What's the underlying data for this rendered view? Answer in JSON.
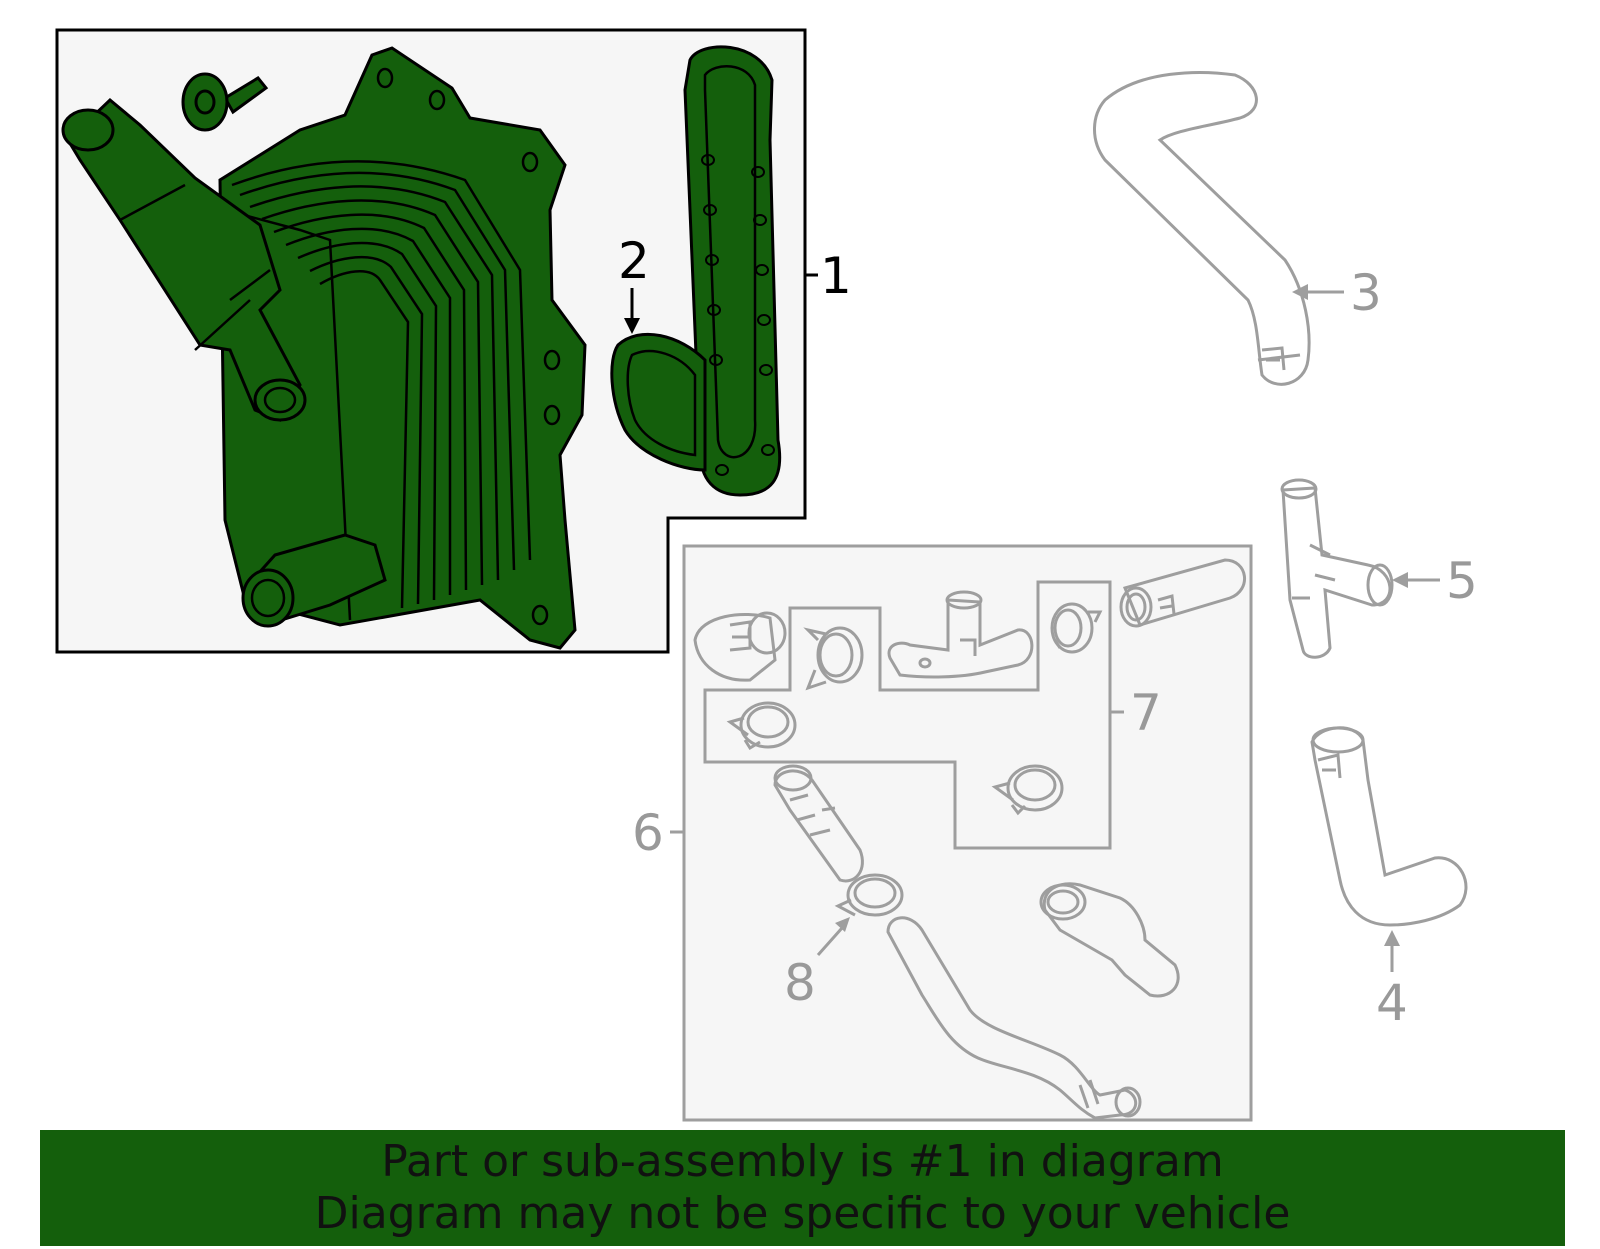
{
  "callouts": {
    "c1": "1",
    "c2": "2",
    "c3": "3",
    "c4": "4",
    "c5": "5",
    "c6": "6",
    "c7": "7",
    "c8": "8"
  },
  "banner": {
    "line1": "Part or sub-assembly is #1 in diagram",
    "line2": "Diagram may not be specific to your vehicle"
  },
  "colors": {
    "highlight": "#145F0C",
    "banner": "#145F0C",
    "outline_dark": "#000000",
    "outline_grey": "#9E9E9E",
    "panel_bg": "#F6F6F6"
  }
}
